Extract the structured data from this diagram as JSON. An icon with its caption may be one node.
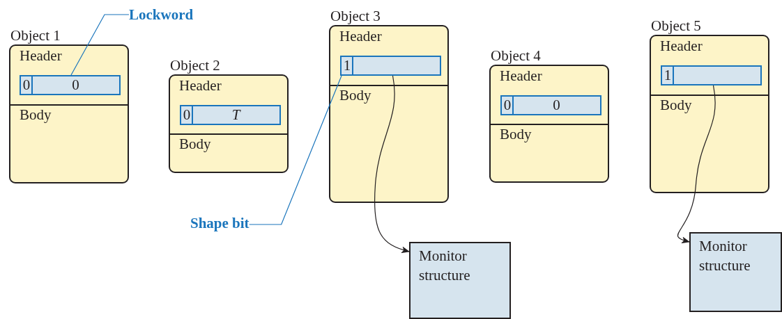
{
  "diagram": {
    "nodes": [
      {
        "text": [
          "Object 1",
          "Header",
          "Body"
        ]
      },
      {
        "text": [
          "0",
          "0"
        ],
        "in": 0
      },
      {
        "text": [
          "Object 2",
          "Header",
          "Body"
        ]
      },
      {
        "text": [
          "0",
          "*T*"
        ],
        "in": 2
      },
      {
        "text": [
          "Object 3",
          "Header",
          "Body"
        ]
      },
      {
        "text": [
          "1"
        ],
        "in": 4
      },
      {
        "text": [
          "Object 4",
          "Header",
          "Body"
        ]
      },
      {
        "text": [
          "0",
          "0"
        ],
        "in": 6
      },
      {
        "text": [
          "Object 5",
          "Header",
          "Body"
        ]
      },
      {
        "text": [
          "1"
        ],
        "in": 8
      },
      {
        "text": [
          "Monitor structure"
        ]
      },
      {
        "text": [
          "Monitor structure"
        ]
      },
      {
        "text": [
          "Lockword"
        ]
      },
      {
        "text": [
          "Shape bit"
        ]
      }
    ],
    "edges": [
      {
        "from": 12,
        "to": 1,
        "arrow": "none",
        "color": "#1a75bc"
      },
      {
        "from": 13,
        "to": 5,
        "arrow": "none",
        "color": "#1a75bc"
      },
      {
        "from": 5,
        "to": 10,
        "arrow": "to",
        "color": "#231f20"
      },
      {
        "from": 9,
        "to": 11,
        "arrow": "to",
        "color": "#231f20"
      }
    ]
  }
}
